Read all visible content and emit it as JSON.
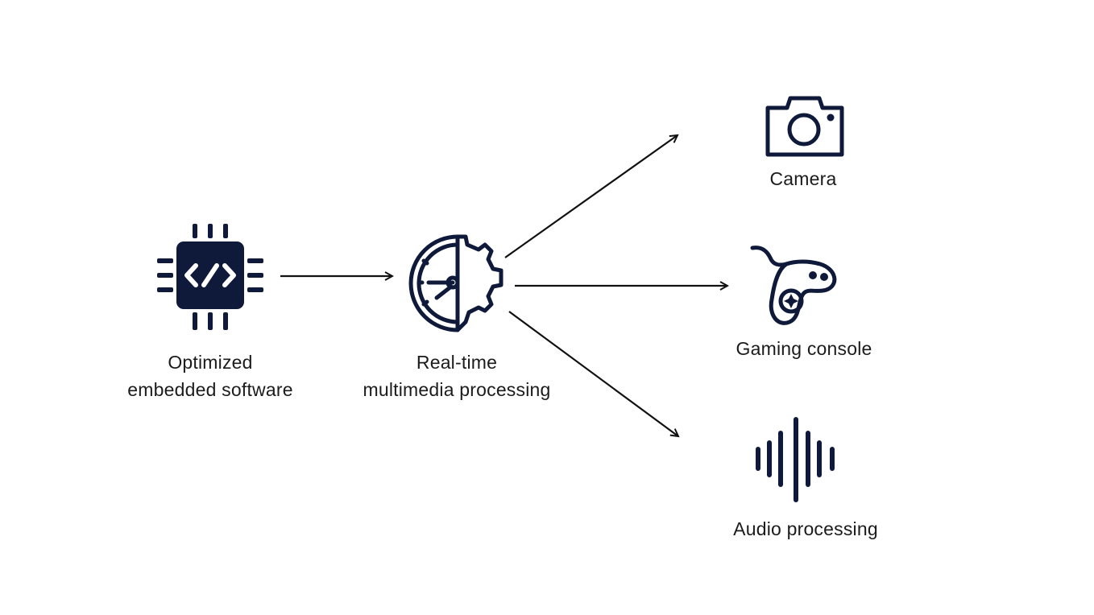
{
  "colors": {
    "icon": "#0f1a3a",
    "arrow": "#111111",
    "text": "#1b1b1b",
    "background": "#ffffff"
  },
  "nodes": {
    "chip": {
      "icon": "chip-code-icon",
      "line1": "Optimized",
      "line2": "embedded software"
    },
    "clock": {
      "icon": "clock-gear-icon",
      "line1": "Real-time",
      "line2": "multimedia processing"
    },
    "camera": {
      "icon": "camera-icon",
      "label": "Camera"
    },
    "game": {
      "icon": "gamepad-icon",
      "label": "Gaming console"
    },
    "audio": {
      "icon": "sound-wave-icon",
      "label": "Audio processing"
    }
  }
}
